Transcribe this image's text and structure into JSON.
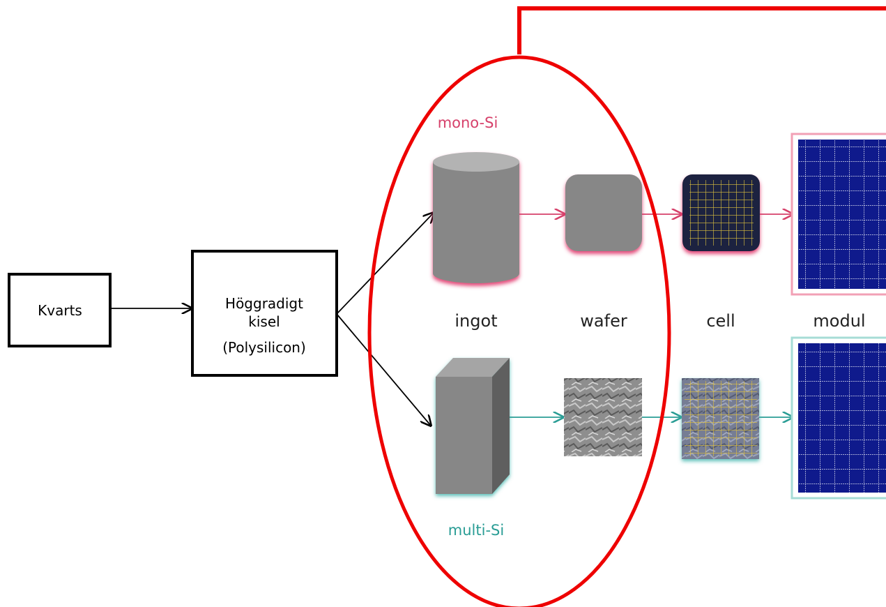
{
  "boxes": {
    "quartz": "Kvarts",
    "polysilicon_line1": "Höggradigt",
    "polysilicon_line2": "kisel",
    "polysilicon_line3": "(Polysilicon)"
  },
  "categories": {
    "mono": "mono-Si",
    "multi": "multi-Si"
  },
  "stages": {
    "ingot": "ingot",
    "wafer": "wafer",
    "cell": "cell",
    "module": "modul"
  },
  "colors": {
    "mono_accent": "#d6406a",
    "multi_accent": "#2a9d95",
    "highlight": "#ee0000",
    "ingot_gray": "#878787",
    "panel_blue": "#0f1a8c"
  }
}
